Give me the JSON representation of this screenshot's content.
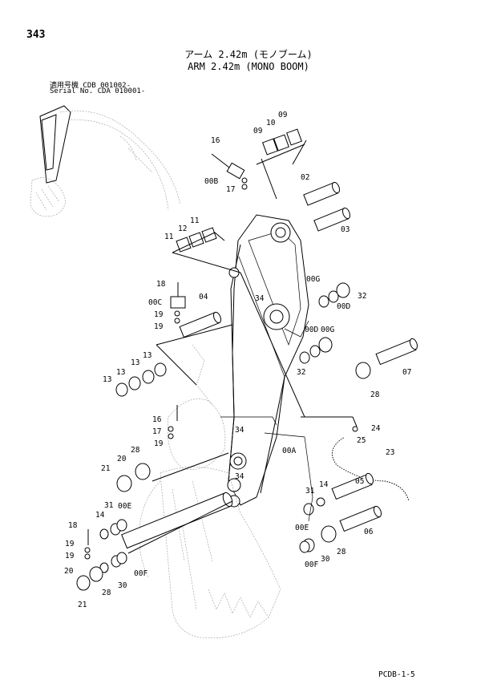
{
  "page_number": "343",
  "title_jp": "アーム 2.42m (モノブーム)",
  "title_en": "ARM 2.42m (MONO BOOM)",
  "serial": {
    "line1": "適用号機  CDB 001002-",
    "line2": "Serial No. CDA 010001-"
  },
  "footer_code": "PCDB-1-5",
  "callouts": [
    "09",
    "10",
    "09",
    "16",
    "00B",
    "17",
    "02",
    "03",
    "11",
    "12",
    "11",
    "18",
    "00C",
    "04",
    "19",
    "19",
    "00G",
    "00D",
    "32",
    "34",
    "00D",
    "00G",
    "32",
    "07",
    "13",
    "13",
    "13",
    "13",
    "28",
    "16",
    "17",
    "19",
    "24",
    "25",
    "23",
    "34",
    "00A",
    "34",
    "28",
    "20",
    "21",
    "05",
    "14",
    "31",
    "00E",
    "06",
    "18",
    "14",
    "31",
    "00E",
    "28",
    "19",
    "19",
    "30",
    "00F",
    "20",
    "28",
    "21",
    "30",
    "00F"
  ]
}
